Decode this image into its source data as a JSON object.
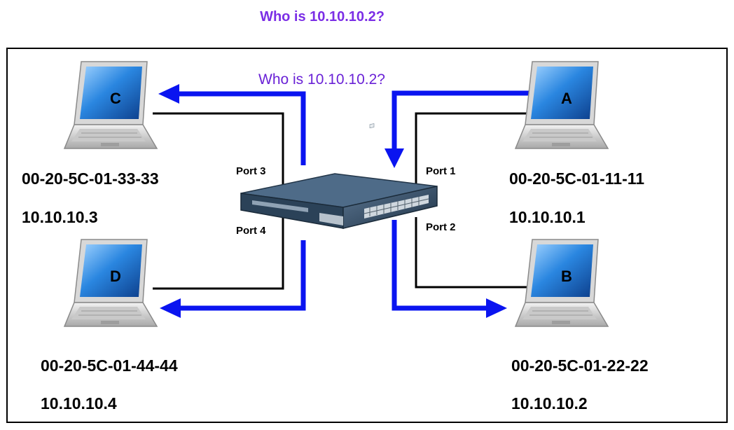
{
  "caption": "Who is 10.10.10.2?",
  "broadcast_label": "Who is 10.10.10.2?",
  "ports": {
    "port1": "Port 1",
    "port2": "Port 2",
    "port3": "Port 3",
    "port4": "Port 4"
  },
  "hosts": {
    "A": {
      "letter": "A",
      "mac": "00-20-5C-01-11-11",
      "ip": "10.10.10.1"
    },
    "B": {
      "letter": "B",
      "mac": "00-20-5C-01-22-22",
      "ip": "10.10.10.2"
    },
    "C": {
      "letter": "C",
      "mac": "00-20-5C-01-33-33",
      "ip": "10.10.10.3"
    },
    "D": {
      "letter": "D",
      "mac": "00-20-5C-01-44-44",
      "ip": "10.10.10.4"
    }
  },
  "colors": {
    "arrow": "#0a14f0",
    "caption": "#7b2ee6",
    "screen": "#1f6fc8",
    "switch_body": "#2e4a66"
  }
}
